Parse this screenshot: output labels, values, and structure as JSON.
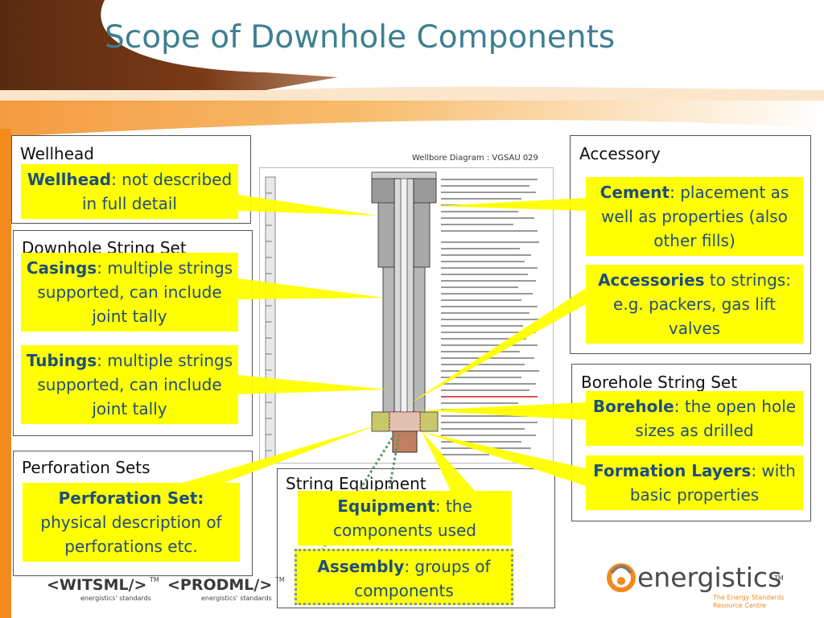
{
  "slide": {
    "title": "Scope of Downhole Components"
  },
  "sections": {
    "wellhead": "Wellhead",
    "downhole_string_set": "Downhole String Set",
    "perforation_sets": "Perforation Sets",
    "string_equipment": "String Equipment",
    "accessory": "Accessory",
    "borehole_string_set": "Borehole String Set"
  },
  "notes": {
    "wellhead": {
      "bold": "Wellhead",
      "rest": ": not described in full detail"
    },
    "casings": {
      "bold": "Casings",
      "rest": ": multiple strings supported, can include joint tally"
    },
    "tubings": {
      "bold": "Tubings",
      "rest": ": multiple strings supported, can include joint tally"
    },
    "perforation": {
      "bold": "Perforation Set:",
      "rest": " physical description of perforations etc."
    },
    "equipment": {
      "bold": "Equipment",
      "rest": ": the components used"
    },
    "assembly": {
      "bold": "Assembly",
      "rest": ": groups of components"
    },
    "cement": {
      "bold": "Cement",
      "rest": ": placement as well as properties (also other fills)"
    },
    "accessories": {
      "bold": "Accessories",
      "rest": " to strings: e.g. packers, gas lift valves"
    },
    "borehole": {
      "bold": "Borehole",
      "rest": ": the open hole sizes as drilled"
    },
    "formation": {
      "bold": "Formation Layers",
      "rest": ": with basic properties"
    }
  },
  "diagram": {
    "title": "Wellbore Diagram : VGSAU 029"
  },
  "logos": {
    "witsml": "<WITSML/>",
    "witsml_tm": "TM",
    "witsml_sub": "energistics' standards",
    "prodml": "<PRODML/>",
    "prodml_tm": "TM",
    "prodml_sub": "energistics' standards",
    "energistics": "energistics",
    "energistics_tm": "TM",
    "energistics_sub1": "The Energy Standards",
    "energistics_sub2": "Resource Centre"
  },
  "colors": {
    "title": "#3e7f92",
    "note_bg": "#ffff00",
    "note_text": "#1f4f7a",
    "brown": "#5a2a10",
    "orange": "#f29a2e"
  }
}
